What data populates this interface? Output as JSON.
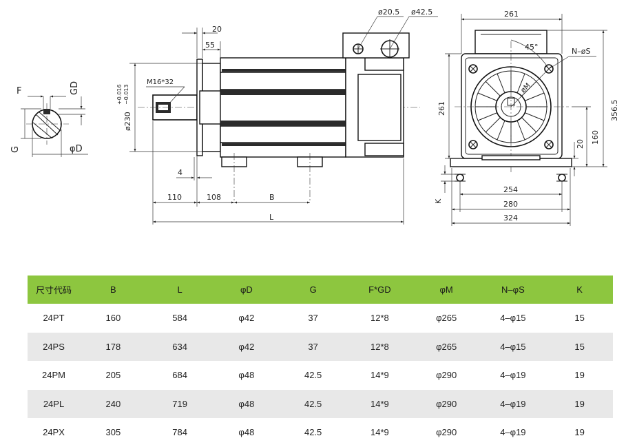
{
  "labels": {
    "keyway_F": "F",
    "keyway_GD": "GD",
    "keyway_G": "G",
    "keyway_D": "φD",
    "dim_20_top": "20",
    "dim_55": "55",
    "thread": "M16*32",
    "flange_dia": "ø230",
    "tol_upper": "+0.016",
    "tol_lower": "−0.013",
    "dim_4": "4",
    "dim_110": "110",
    "dim_108": "108",
    "dim_B": "B",
    "dim_L": "L",
    "hole_205": "ø20.5",
    "hole_425": "ø42.5",
    "dim_261_top": "261",
    "dim_261_side": "261",
    "dim_3565": "356.5",
    "dim_160": "160",
    "dim_20_right": "20",
    "angle_45": "45°",
    "phi_M": "øM",
    "N_S": "N–øS",
    "dim_K": "K",
    "dim_254": "254",
    "dim_280": "280",
    "dim_324": "324"
  },
  "table": {
    "headers": [
      "尺寸代码",
      "B",
      "L",
      "φD",
      "G",
      "F*GD",
      "φM",
      "N–φS",
      "K"
    ],
    "rows": [
      [
        "24PT",
        "160",
        "584",
        "φ42",
        "37",
        "12*8",
        "φ265",
        "4–φ15",
        "15"
      ],
      [
        "24PS",
        "178",
        "634",
        "φ42",
        "37",
        "12*8",
        "φ265",
        "4–φ15",
        "15"
      ],
      [
        "24PM",
        "205",
        "684",
        "φ48",
        "42.5",
        "14*9",
        "φ290",
        "4–φ19",
        "19"
      ],
      [
        "24PL",
        "240",
        "719",
        "φ48",
        "42.5",
        "14*9",
        "φ290",
        "4–φ19",
        "19"
      ],
      [
        "24PX",
        "305",
        "784",
        "φ48",
        "42.5",
        "14*9",
        "φ290",
        "4–φ19",
        "19"
      ]
    ]
  },
  "colors": {
    "header_green": "#8dc63f",
    "row_alt_gray": "#e8e8e8"
  }
}
